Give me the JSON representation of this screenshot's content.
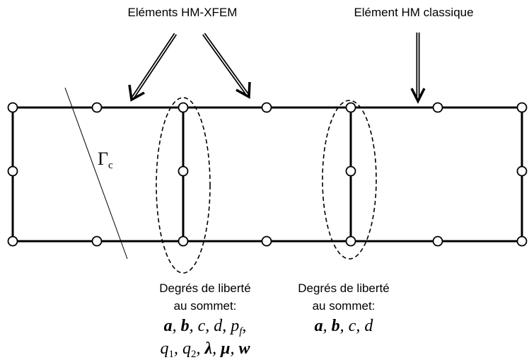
{
  "labels": {
    "xfem_elements": "Eléments HM-XFEM",
    "classic_element": "Elément HM classique",
    "crack": "Γ",
    "crack_sub": "c"
  },
  "dof_xfem": {
    "line1": "Degrés de liberté",
    "line2": "au sommet:",
    "vars_row1": [
      "a",
      "b",
      "c",
      "d",
      "p",
      "f"
    ],
    "vars_row2": [
      "q",
      "1",
      "q",
      "2",
      "λ",
      "μ",
      "w"
    ]
  },
  "dof_classic": {
    "line1": "Degrés de liberté",
    "line2": "au sommet:",
    "vars": [
      "a",
      "b",
      "c",
      "d"
    ]
  },
  "colors": {
    "stroke": "#000000",
    "node_fill": "#ffffff"
  }
}
